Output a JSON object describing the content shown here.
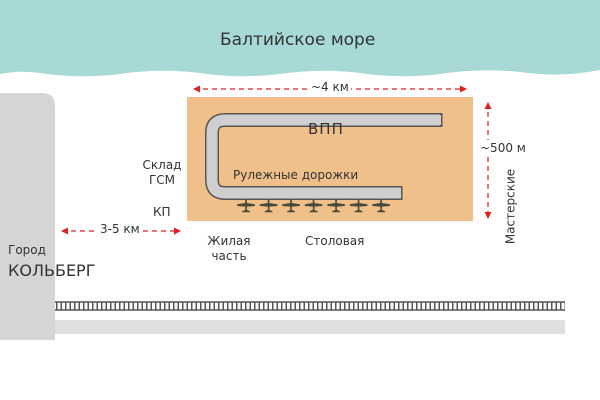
{
  "map": {
    "sea_label": "Балтийское море",
    "airfield": {
      "width_label": "~4 км",
      "height_label": "~500 м",
      "runway_label": "ВПП",
      "taxiway_label": "Рулежные дорожки",
      "aircraft_count": 7
    },
    "distance_label": "3-5 км",
    "labels": {
      "fuel_depot_line1": "Склад",
      "fuel_depot_line2": "ГСМ",
      "command_post": "КП",
      "residential_line1": "Жилая",
      "residential_line2": "часть",
      "canteen": "Столовая",
      "workshops": "Мастерские"
    },
    "city": {
      "prefix": "Город",
      "name": "КОЛЬБЕРГ"
    },
    "colors": {
      "sea": "#a7d9d7",
      "sea_text": "#333333",
      "airfield": "#efc089",
      "city": "#d5d5d5",
      "road": "#e0e0e0",
      "arrow": "#e02020",
      "runway": "#cfcfcf",
      "aircraft": "#4a4a3a",
      "railway": "#555555"
    }
  }
}
